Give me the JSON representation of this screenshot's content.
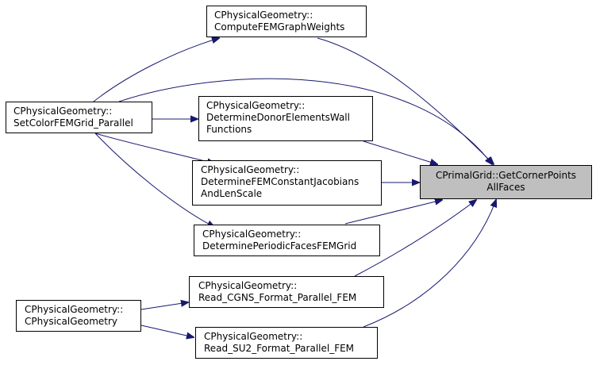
{
  "graph": {
    "nodes": {
      "computeWeights": {
        "lines": [
          "CPhysicalGeometry::",
          "ComputeFEMGraphWeights"
        ]
      },
      "setColor": {
        "lines": [
          "CPhysicalGeometry::",
          "SetColorFEMGrid_Parallel"
        ]
      },
      "donorElements": {
        "lines": [
          "CPhysicalGeometry::",
          "DetermineDonorElementsWall",
          "Functions"
        ]
      },
      "constJacobians": {
        "lines": [
          "CPhysicalGeometry::",
          "DetermineFEMConstantJacobians",
          "AndLenScale"
        ]
      },
      "periodicFaces": {
        "lines": [
          "CPhysicalGeometry::",
          "DeterminePeriodicFacesFEMGrid"
        ]
      },
      "readCGNS": {
        "lines": [
          "CPhysicalGeometry::",
          "Read_CGNS_Format_Parallel_FEM"
        ]
      },
      "ctor": {
        "lines": [
          "CPhysicalGeometry::",
          "CPhysicalGeometry"
        ]
      },
      "readSU2": {
        "lines": [
          "CPhysicalGeometry::",
          "Read_SU2_Format_Parallel_FEM"
        ]
      },
      "target": {
        "lines": [
          "CPrimalGrid::GetCornerPoints",
          "AllFaces"
        ]
      }
    },
    "colors": {
      "edge": "#191970",
      "target_fill": "#bfbfbf",
      "node_fill": "#ffffff",
      "border": "#000000"
    }
  }
}
